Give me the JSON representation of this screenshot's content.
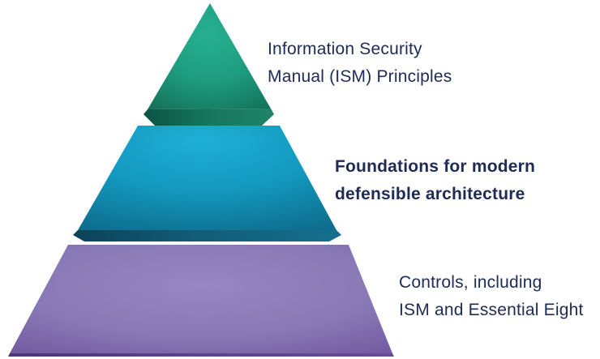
{
  "diagram": {
    "type": "pyramid-3d",
    "background_color": "#FFFFFF",
    "text_color": "#1F2A55",
    "tiers": [
      {
        "name": "ism-principles",
        "label_line1": "Information Security",
        "label_line2": "Manual (ISM) Principles",
        "emphasis": false,
        "colors": {
          "face_light": "#27B091",
          "face_mid": "#1E9C80",
          "face_dark": "#147056",
          "bevel_dark": "#0C5244",
          "bevel_mid": "#15745C",
          "bevel_light": "#1F8468"
        }
      },
      {
        "name": "foundations",
        "label_line1": "Foundations for modern",
        "label_line2": "defensible architecture",
        "emphasis": true,
        "colors": {
          "face_light": "#1FAFD6",
          "face_mid": "#1398BF",
          "face_dark": "#0E6D8D",
          "bevel_dark": "#0C4259",
          "bevel_mid": "#125C77",
          "bevel_light": "#14708D"
        }
      },
      {
        "name": "controls",
        "label_line1": "Controls, including",
        "label_line2": "ISM and Essential Eight",
        "emphasis": false,
        "colors": {
          "face_light": "#9687C2",
          "face_mid": "#8878B5",
          "face_dark": "#6F549B",
          "bevel_dark": "#4F3380",
          "bevel_mid": "#5C4190",
          "bevel_light": "#674C9B"
        }
      }
    ]
  }
}
